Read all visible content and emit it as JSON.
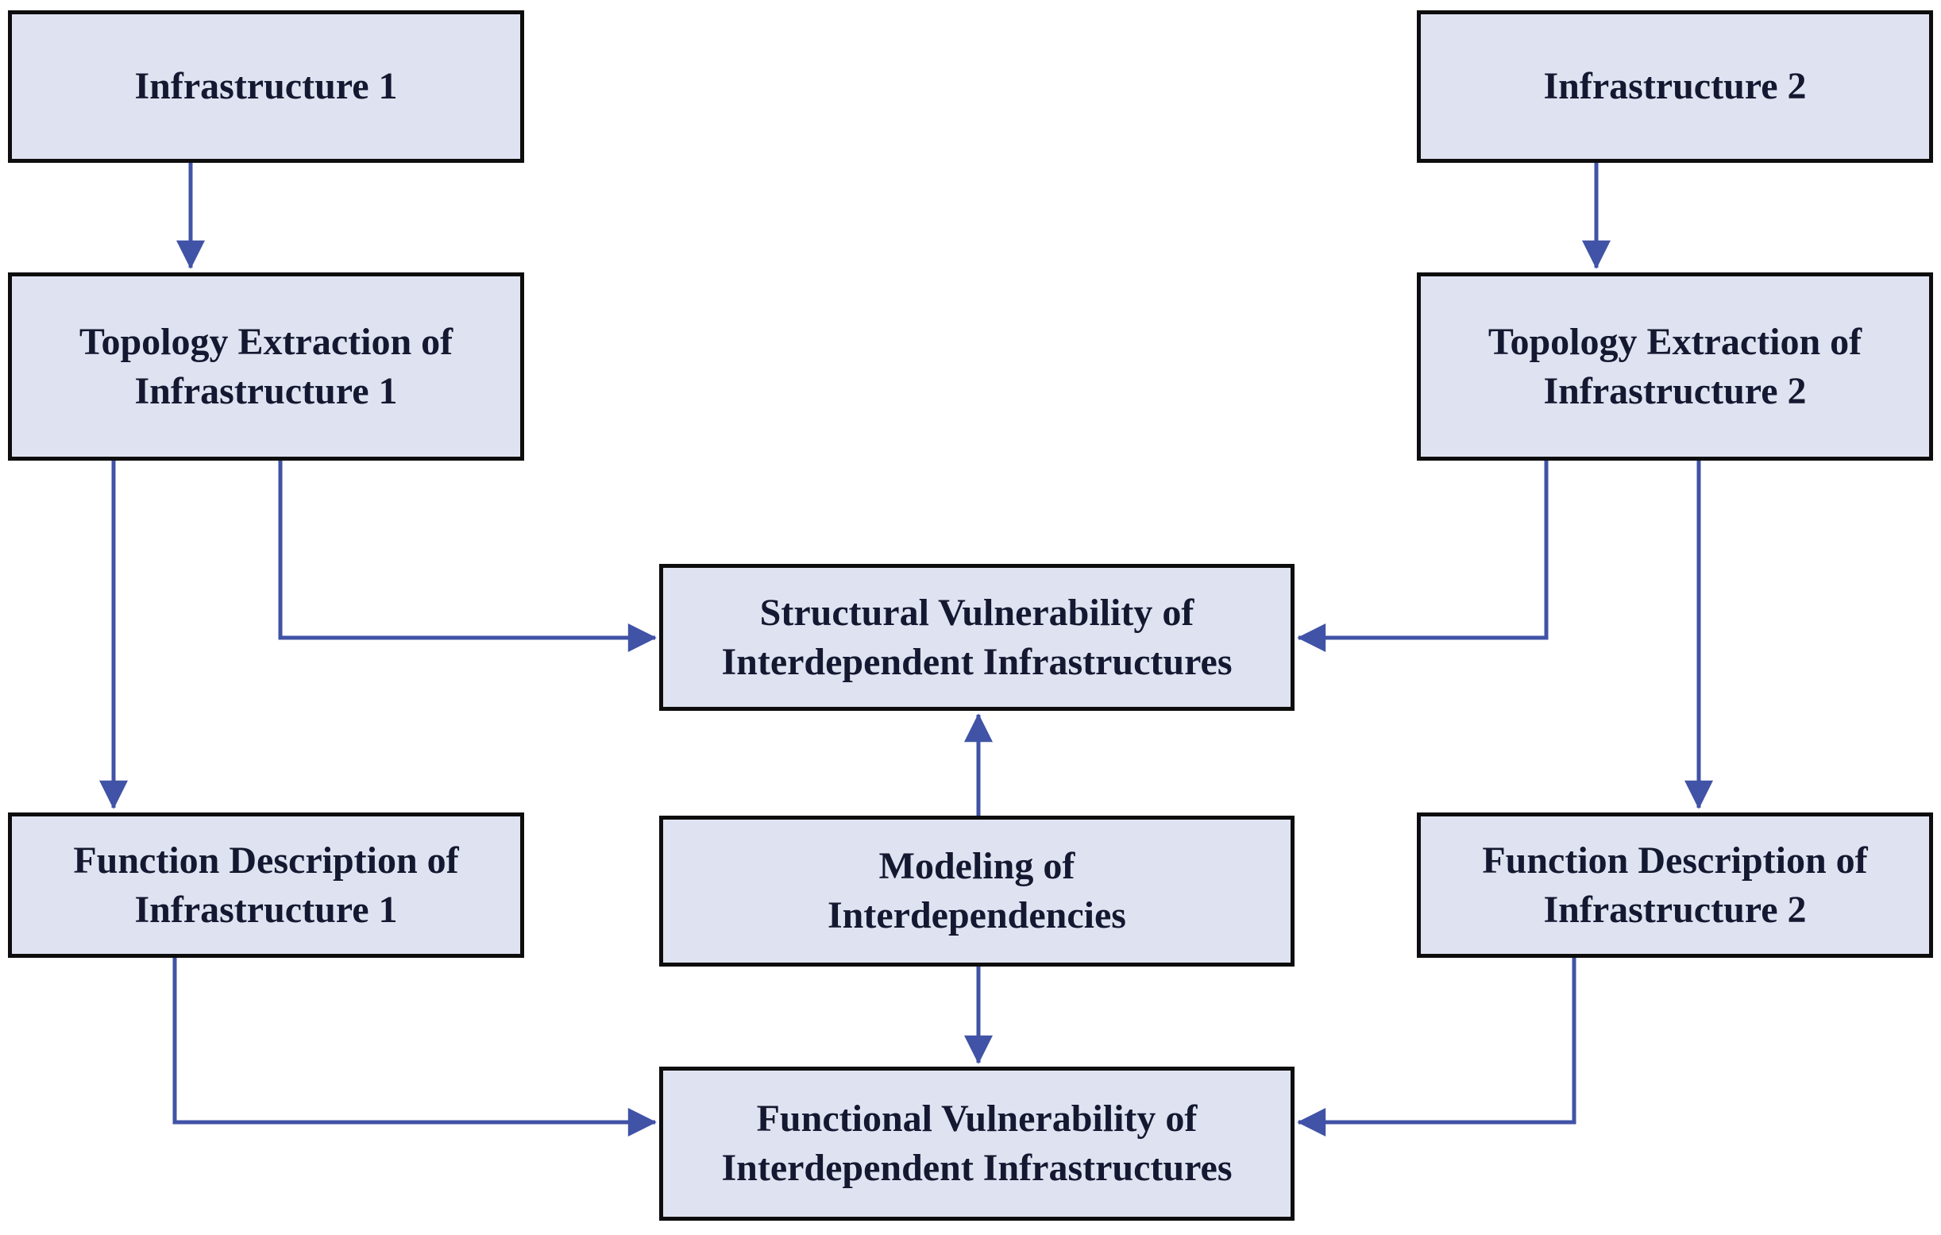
{
  "diagram": {
    "colors": {
      "background": "#ffffff",
      "box_fill": "#dfe3f1",
      "box_border": "#0d0d0d",
      "arrow": "#4053a6",
      "text": "#141830"
    },
    "nodes": {
      "infra1": {
        "label": "Infrastructure 1"
      },
      "infra2": {
        "label": "Infrastructure 2"
      },
      "topo1": {
        "label": "Topology Extraction of\nInfrastructure 1"
      },
      "topo2": {
        "label": "Topology Extraction of\nInfrastructure 2"
      },
      "structural": {
        "label": "Structural Vulnerability of\nInterdependent Infrastructures"
      },
      "fd1": {
        "label": "Function Description of\nInfrastructure 1"
      },
      "modeling": {
        "label": "Modeling of\nInterdependencies"
      },
      "fd2": {
        "label": "Function Description of\nInfrastructure 2"
      },
      "functional": {
        "label": "Functional Vulnerability of\nInterdependent Infrastructures"
      }
    },
    "connections": [
      {
        "from": "Infrastructure 1",
        "to": "Topology Extraction of Infrastructure 1"
      },
      {
        "from": "Infrastructure 2",
        "to": "Topology Extraction of Infrastructure 2"
      },
      {
        "from": "Topology Extraction of Infrastructure 1",
        "to": "Structural Vulnerability of Interdependent Infrastructures"
      },
      {
        "from": "Topology Extraction of Infrastructure 1",
        "to": "Function Description of Infrastructure 1"
      },
      {
        "from": "Topology Extraction of Infrastructure 2",
        "to": "Structural Vulnerability of Interdependent Infrastructures"
      },
      {
        "from": "Topology Extraction of Infrastructure 2",
        "to": "Function Description of Infrastructure 2"
      },
      {
        "from": "Modeling of Interdependencies",
        "to": "Structural Vulnerability of Interdependent Infrastructures"
      },
      {
        "from": "Modeling of Interdependencies",
        "to": "Functional Vulnerability of Interdependent Infrastructures"
      },
      {
        "from": "Function Description of Infrastructure 1",
        "to": "Functional Vulnerability of Interdependent Infrastructures"
      },
      {
        "from": "Function Description of Infrastructure 2",
        "to": "Functional Vulnerability of Interdependent Infrastructures"
      }
    ]
  }
}
